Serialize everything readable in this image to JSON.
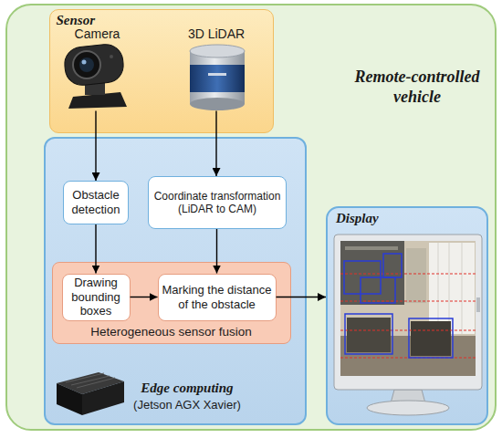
{
  "diagram": {
    "nodes": [
      {
        "text": [
          "Remote-controlled vehicle"
        ]
      },
      {
        "text": [
          "Sensor"
        ],
        "in": 0
      },
      {
        "text": [
          "Camera"
        ],
        "in": 1
      },
      {
        "text": [
          "3D LiDAR"
        ],
        "in": 1
      },
      {
        "text": [
          "Edge computing",
          "(Jetson AGX Xavier)"
        ],
        "in": 0
      },
      {
        "text": [
          "Obstacle detection"
        ],
        "in": 4
      },
      {
        "text": [
          "Coordinate transformation (LiDAR to CAM)"
        ],
        "in": 4
      },
      {
        "text": [
          "Heterogeneous sensor fusion"
        ],
        "in": 4
      },
      {
        "text": [
          "Drawing bounding boxes"
        ],
        "in": 7
      },
      {
        "text": [
          "Marking the distance of the obstacle"
        ],
        "in": 7
      },
      {
        "text": [
          "Display"
        ],
        "in": 0
      }
    ],
    "edges": [
      {
        "from": 2,
        "to": 5,
        "arrow": "to"
      },
      {
        "from": 3,
        "to": 6,
        "arrow": "to"
      },
      {
        "from": 5,
        "to": 8,
        "arrow": "to"
      },
      {
        "from": 6,
        "to": 9,
        "arrow": "to"
      },
      {
        "from": 8,
        "to": 9,
        "arrow": "to"
      },
      {
        "from": 9,
        "to": 10,
        "arrow": "to"
      }
    ]
  }
}
